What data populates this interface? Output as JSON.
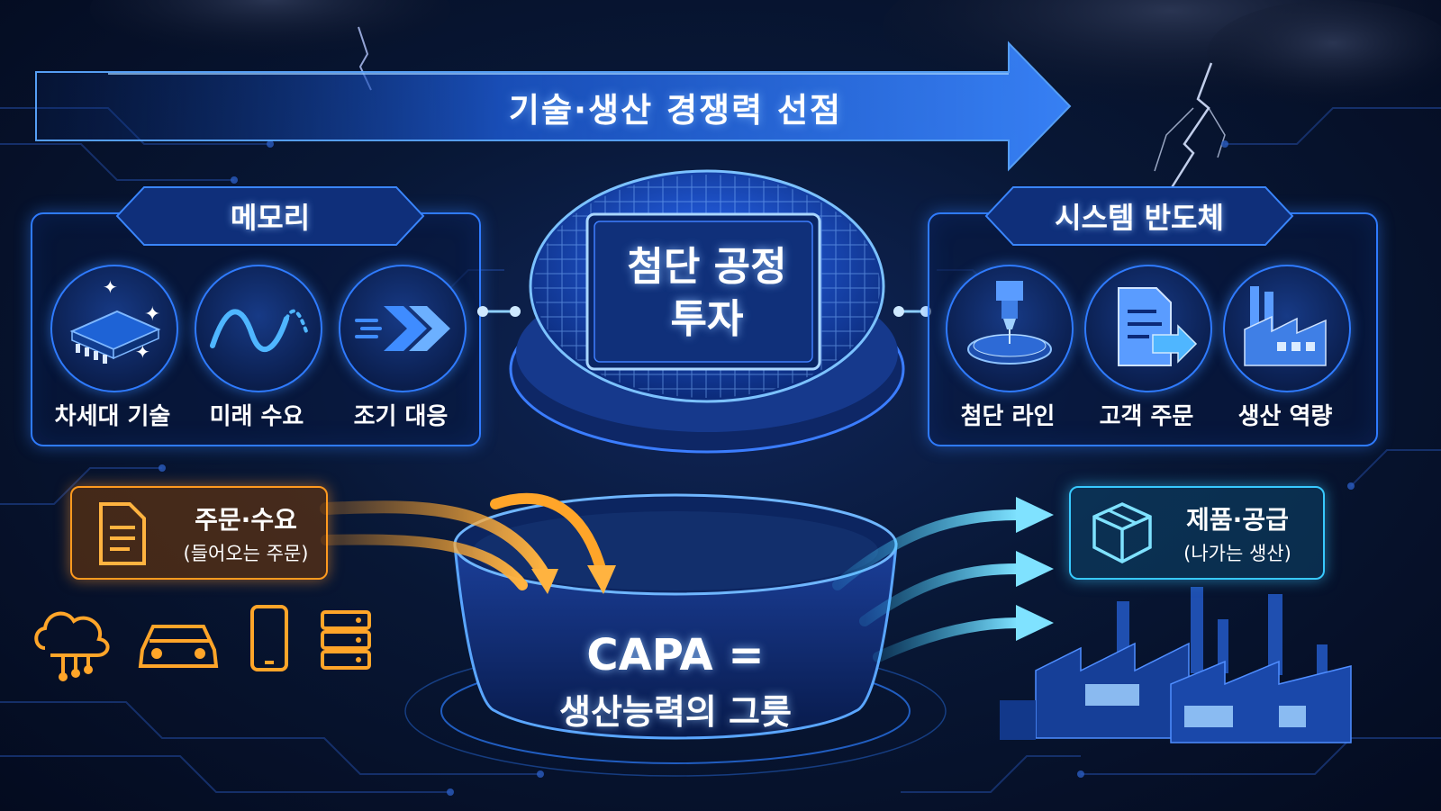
{
  "banner": {
    "title": "기술·생산 경쟁력 선점"
  },
  "memory_panel": {
    "title": "메모리",
    "items": [
      {
        "label": "차세대 기술",
        "icon": "chip-icon"
      },
      {
        "label": "미래 수요",
        "icon": "trend-wave-icon"
      },
      {
        "label": "조기 대응",
        "icon": "fast-forward-icon"
      }
    ]
  },
  "system_panel": {
    "title": "시스템 반도체",
    "items": [
      {
        "label": "첨단 라인",
        "icon": "lithography-machine-icon"
      },
      {
        "label": "고객 주문",
        "icon": "document-arrow-icon"
      },
      {
        "label": "생산 역량",
        "icon": "factory-icon"
      }
    ]
  },
  "center": {
    "line1": "첨단 공정",
    "line2": "투자"
  },
  "order": {
    "title": "주문·수요",
    "subtitle": "(들어오는 주문)"
  },
  "product": {
    "title": "제품·공급",
    "subtitle": "(나가는 생산)"
  },
  "capa": {
    "title": "CAPA =",
    "subtitle": "생산능력의 그릇"
  },
  "demand_icons": [
    "cloud-network-icon",
    "car-icon",
    "smartphone-icon",
    "server-icon"
  ],
  "colors": {
    "background": "#081735",
    "accent_blue": "#2f7bff",
    "order_orange": "#ff9a1f",
    "product_cyan": "#38c9ff"
  }
}
